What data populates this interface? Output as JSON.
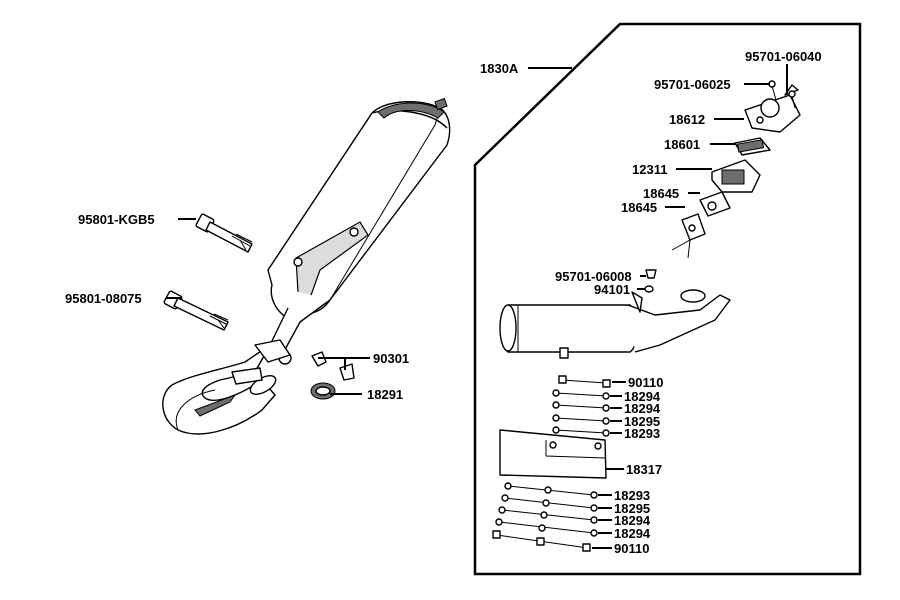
{
  "labels": {
    "assembly": "1830A",
    "bolt_long": "95801-KGB5",
    "bolt_short": "95801-08075",
    "clip": "90301",
    "gasket": "18291",
    "screw_top": "95701-06040",
    "screw_mid": "95701-06025",
    "cover": "18612",
    "reed": "18601",
    "valve": "12311",
    "gasket_a": "18645",
    "gasket_b": "18645",
    "screw_small": "95701-06008",
    "washer": "94101",
    "r1": "90110",
    "r2": "18294",
    "r3": "18294",
    "r4": "18295",
    "r5": "18293",
    "shield": "18317",
    "s1": "18293",
    "s2": "18295",
    "s3": "18294",
    "s4": "18294",
    "s5": "90110"
  }
}
